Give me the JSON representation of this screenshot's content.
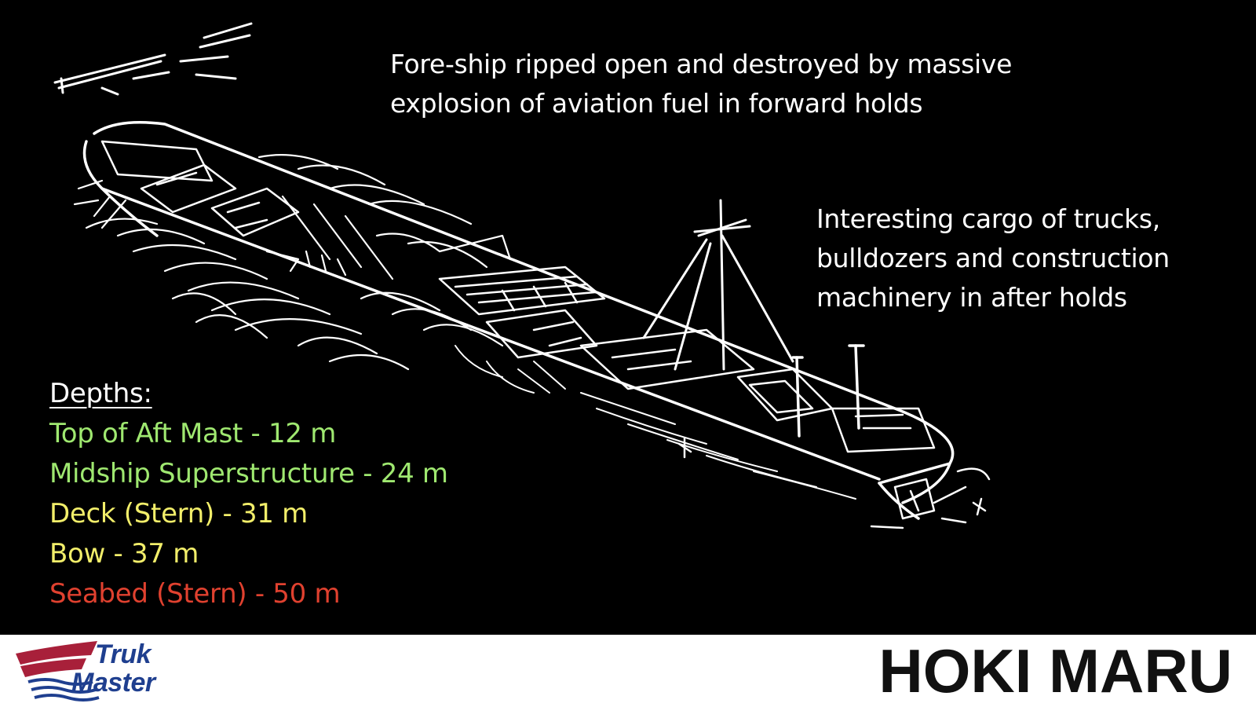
{
  "notes": {
    "fore_ship": [
      "Fore-ship ripped open and destroyed by massive",
      "explosion of aviation fuel in forward holds"
    ],
    "cargo": [
      "Interesting cargo of trucks,",
      "bulldozers and construction",
      "machinery in after holds"
    ]
  },
  "depths": {
    "heading": "Depths:",
    "items": [
      {
        "text": "Top of Aft Mast - 12 m",
        "color": "#9fe870"
      },
      {
        "text": "Midship Superstructure - 24 m",
        "color": "#9fe870"
      },
      {
        "text": "Deck (Stern) - 31 m",
        "color": "#f2ee6a"
      },
      {
        "text": "Bow - 37 m",
        "color": "#f2ee6a"
      },
      {
        "text": "Seabed (Stern) - 50 m",
        "color": "#e0412f"
      }
    ]
  },
  "footer": {
    "logo_line1": "Truk",
    "logo_line2": "Master",
    "logo_colors": {
      "red": "#a8203a",
      "blue": "#1f3f8f"
    },
    "title": "HOKI MARU"
  },
  "colors": {
    "background": "#000000",
    "sketch": "#ffffff",
    "footer_bg": "#ffffff"
  }
}
